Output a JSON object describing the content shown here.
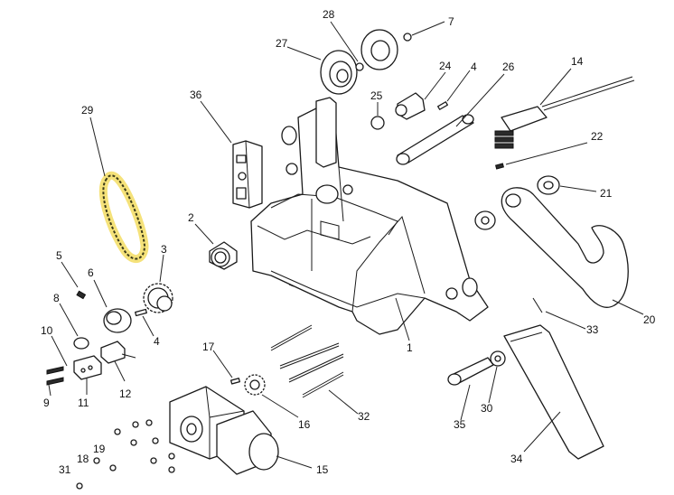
{
  "diagram": {
    "callouts": [
      {
        "id": "c1",
        "label": "1"
      },
      {
        "id": "c2",
        "label": "2"
      },
      {
        "id": "c3",
        "label": "3"
      },
      {
        "id": "c4a",
        "label": "4"
      },
      {
        "id": "c4b",
        "label": "4"
      },
      {
        "id": "c5",
        "label": "5"
      },
      {
        "id": "c6",
        "label": "6"
      },
      {
        "id": "c7",
        "label": "7"
      },
      {
        "id": "c8",
        "label": "8"
      },
      {
        "id": "c9",
        "label": "9"
      },
      {
        "id": "c10",
        "label": "10"
      },
      {
        "id": "c11",
        "label": "11"
      },
      {
        "id": "c12",
        "label": "12"
      },
      {
        "id": "c14",
        "label": "14"
      },
      {
        "id": "c15",
        "label": "15"
      },
      {
        "id": "c16",
        "label": "16"
      },
      {
        "id": "c17",
        "label": "17"
      },
      {
        "id": "c18",
        "label": "18"
      },
      {
        "id": "c19",
        "label": "19"
      },
      {
        "id": "c20",
        "label": "20"
      },
      {
        "id": "c21",
        "label": "21"
      },
      {
        "id": "c22",
        "label": "22"
      },
      {
        "id": "c24",
        "label": "24"
      },
      {
        "id": "c25",
        "label": "25"
      },
      {
        "id": "c26",
        "label": "26"
      },
      {
        "id": "c27",
        "label": "27"
      },
      {
        "id": "c28",
        "label": "28"
      },
      {
        "id": "c29",
        "label": "29"
      },
      {
        "id": "c30",
        "label": "30"
      },
      {
        "id": "c31",
        "label": "31"
      },
      {
        "id": "c32",
        "label": "32"
      },
      {
        "id": "c33",
        "label": "33"
      },
      {
        "id": "c34",
        "label": "34"
      },
      {
        "id": "c35",
        "label": "35"
      },
      {
        "id": "c36",
        "label": "36"
      }
    ],
    "colors": {
      "line": "#1a1a1a",
      "highlight": "#f5e27a"
    }
  }
}
